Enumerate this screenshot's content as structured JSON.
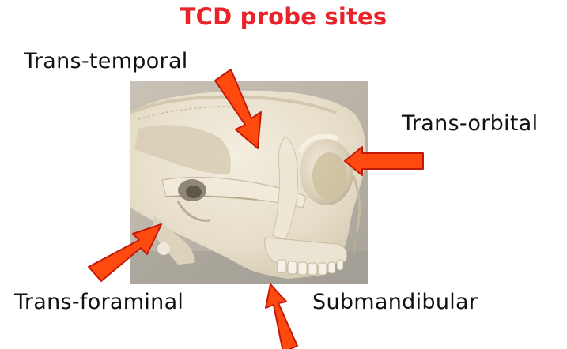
{
  "title": "TCD probe sites",
  "labels": {
    "trans_temporal": "Trans-temporal",
    "trans_orbital": "Trans-orbital",
    "trans_foraminal": "Trans-foraminal",
    "submandibular": "Submandibular"
  },
  "colors": {
    "title": "#e8232a",
    "arrow_fill": "#ff4a0f",
    "arrow_stroke": "#c21a0a",
    "skull": "#e9e1cf"
  }
}
